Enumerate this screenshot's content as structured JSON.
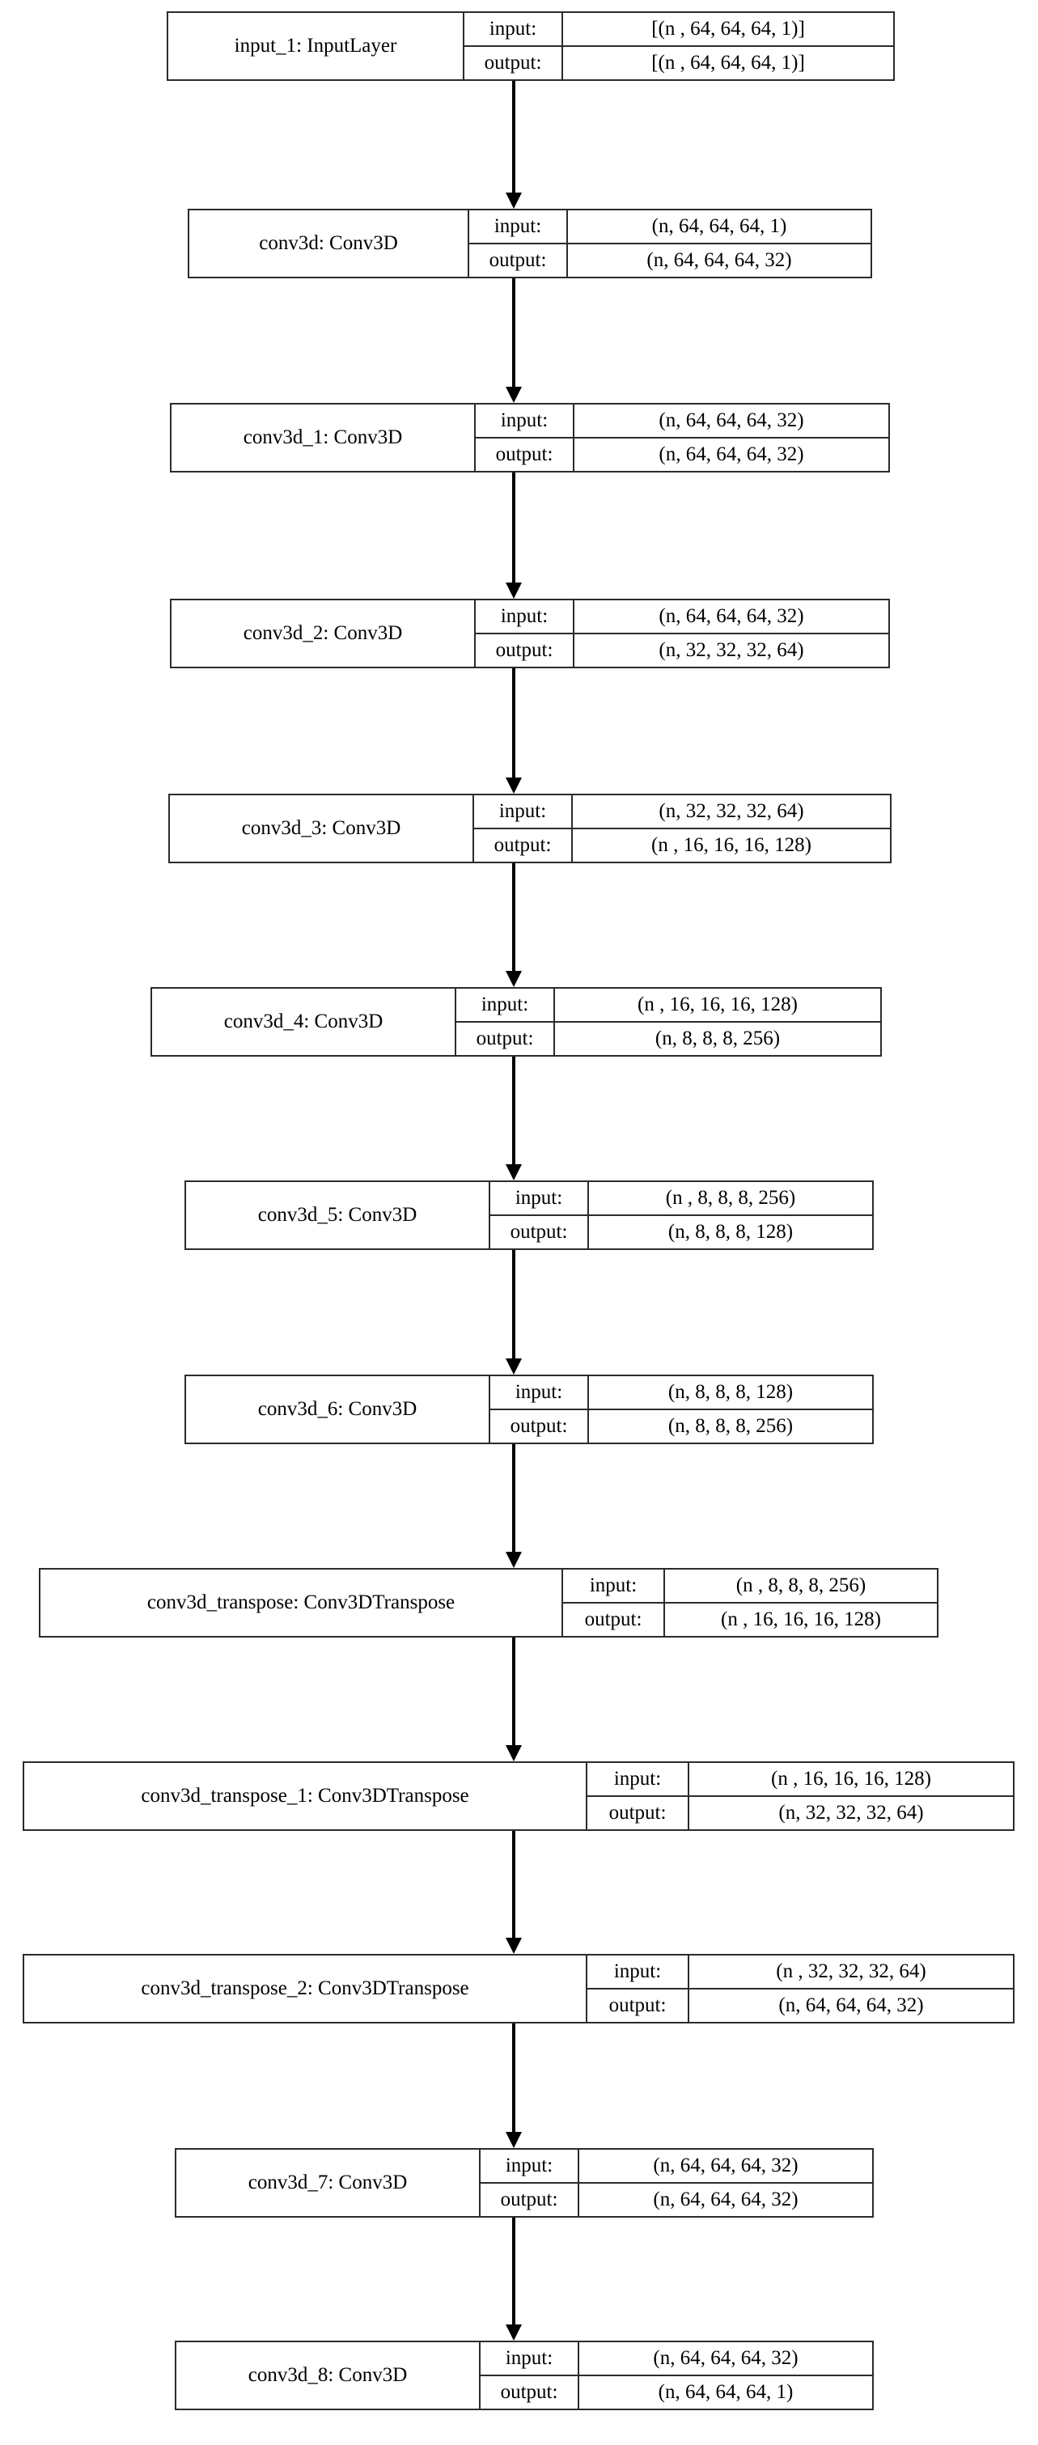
{
  "diagram": {
    "title": "Keras model architecture graph",
    "column_headers": {
      "input": "input:",
      "output": "output:"
    },
    "arrow_glyph": "arrow-down",
    "colors": {
      "border": "#2b2b2b",
      "background": "#ffffff",
      "text": "#000000"
    }
  },
  "nodes": [
    {
      "name": "input_1: InputLayer",
      "layer_name": "input_1",
      "layer_type": "InputLayer",
      "input_label": "input:",
      "output_label": "output:",
      "input_shape": "[(n , 64, 64, 64, 1)]",
      "output_shape": "[(n , 64, 64, 64, 1)]"
    },
    {
      "name": "conv3d: Conv3D",
      "layer_name": "conv3d",
      "layer_type": "Conv3D",
      "input_label": "input:",
      "output_label": "output:",
      "input_shape": "(n, 64, 64, 64, 1)",
      "output_shape": "(n, 64, 64, 64, 32)"
    },
    {
      "name": "conv3d_1: Conv3D",
      "layer_name": "conv3d_1",
      "layer_type": "Conv3D",
      "input_label": "input:",
      "output_label": "output:",
      "input_shape": "(n, 64, 64, 64, 32)",
      "output_shape": "(n, 64, 64, 64, 32)"
    },
    {
      "name": "conv3d_2: Conv3D",
      "layer_name": "conv3d_2",
      "layer_type": "Conv3D",
      "input_label": "input:",
      "output_label": "output:",
      "input_shape": "(n, 64, 64, 64, 32)",
      "output_shape": "(n, 32, 32, 32, 64)"
    },
    {
      "name": "conv3d_3: Conv3D",
      "layer_name": "conv3d_3",
      "layer_type": "Conv3D",
      "input_label": "input:",
      "output_label": "output:",
      "input_shape": "(n, 32, 32, 32, 64)",
      "output_shape": "(n , 16, 16, 16, 128)"
    },
    {
      "name": "conv3d_4: Conv3D",
      "layer_name": "conv3d_4",
      "layer_type": "Conv3D",
      "input_label": "input:",
      "output_label": "output:",
      "input_shape": "(n , 16, 16, 16, 128)",
      "output_shape": "(n, 8, 8, 8, 256)"
    },
    {
      "name": "conv3d_5: Conv3D",
      "layer_name": "conv3d_5",
      "layer_type": "Conv3D",
      "input_label": "input:",
      "output_label": "output:",
      "input_shape": "(n , 8, 8, 8, 256)",
      "output_shape": "(n, 8, 8, 8, 128)"
    },
    {
      "name": "conv3d_6: Conv3D",
      "layer_name": "conv3d_6",
      "layer_type": "Conv3D",
      "input_label": "input:",
      "output_label": "output:",
      "input_shape": "(n, 8, 8, 8, 128)",
      "output_shape": "(n, 8, 8, 8, 256)"
    },
    {
      "name": "conv3d_transpose: Conv3DTranspose",
      "layer_name": "conv3d_transpose",
      "layer_type": "Conv3DTranspose",
      "input_label": "input:",
      "output_label": "output:",
      "input_shape": "(n , 8, 8, 8, 256)",
      "output_shape": "(n , 16, 16, 16, 128)"
    },
    {
      "name": "conv3d_transpose_1: Conv3DTranspose",
      "layer_name": "conv3d_transpose_1",
      "layer_type": "Conv3DTranspose",
      "input_label": "input:",
      "output_label": "output:",
      "input_shape": "(n , 16, 16, 16, 128)",
      "output_shape": "(n, 32, 32, 32, 64)"
    },
    {
      "name": "conv3d_transpose_2: Conv3DTranspose",
      "layer_name": "conv3d_transpose_2",
      "layer_type": "Conv3DTranspose",
      "input_label": "input:",
      "output_label": "output:",
      "input_shape": "(n , 32, 32, 32, 64)",
      "output_shape": "(n, 64, 64, 64, 32)"
    },
    {
      "name": "conv3d_7: Conv3D",
      "layer_name": "conv3d_7",
      "layer_type": "Conv3D",
      "input_label": "input:",
      "output_label": "output:",
      "input_shape": "(n, 64, 64, 64, 32)",
      "output_shape": "(n, 64, 64, 64, 32)"
    },
    {
      "name": "conv3d_8: Conv3D",
      "layer_name": "conv3d_8",
      "layer_type": "Conv3D",
      "input_label": "input:",
      "output_label": "output:",
      "input_shape": "(n, 64, 64, 64, 32)",
      "output_shape": "(n, 64, 64, 64, 1)"
    }
  ],
  "edges": [
    {
      "from": "input_1",
      "to": "conv3d"
    },
    {
      "from": "conv3d",
      "to": "conv3d_1"
    },
    {
      "from": "conv3d_1",
      "to": "conv3d_2"
    },
    {
      "from": "conv3d_2",
      "to": "conv3d_3"
    },
    {
      "from": "conv3d_3",
      "to": "conv3d_4"
    },
    {
      "from": "conv3d_4",
      "to": "conv3d_5"
    },
    {
      "from": "conv3d_5",
      "to": "conv3d_6"
    },
    {
      "from": "conv3d_6",
      "to": "conv3d_transpose"
    },
    {
      "from": "conv3d_transpose",
      "to": "conv3d_transpose_1"
    },
    {
      "from": "conv3d_transpose_1",
      "to": "conv3d_transpose_2"
    },
    {
      "from": "conv3d_transpose_2",
      "to": "conv3d_7"
    },
    {
      "from": "conv3d_7",
      "to": "conv3d_8"
    }
  ],
  "layout": {
    "node_heights": [
      86,
      86,
      86,
      86,
      86,
      86,
      86,
      86,
      86,
      86,
      86,
      86,
      86
    ],
    "gap": 64
  }
}
